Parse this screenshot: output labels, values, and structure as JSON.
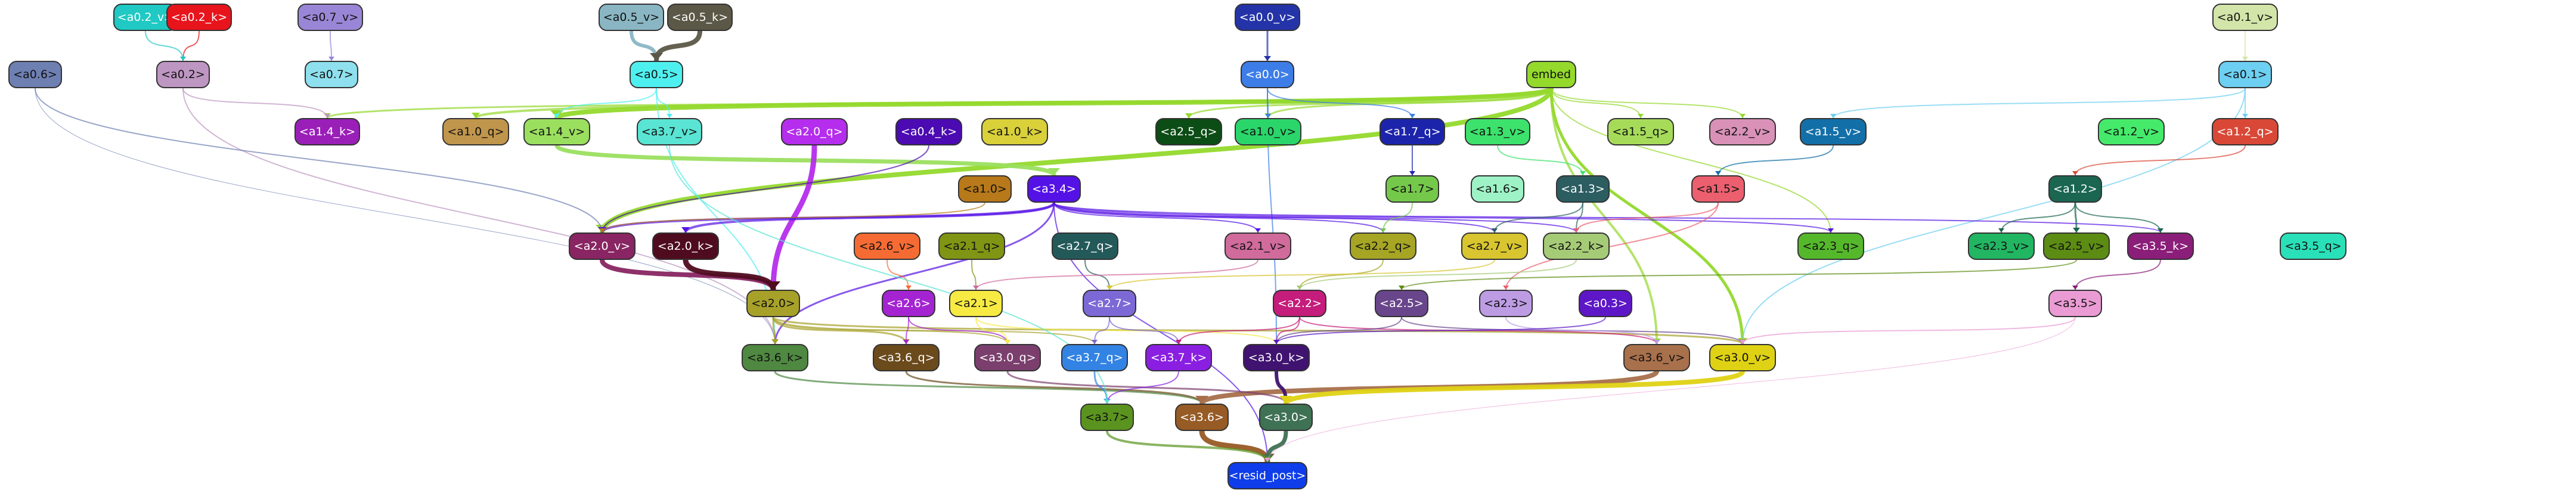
{
  "nodes": [
    {
      "id": "a0.2_v",
      "label": "<a0.2_v>",
      "color": "#20c9c3",
      "text": "dark"
    },
    {
      "id": "a0.2_k",
      "label": "<a0.2_k>",
      "color": "#e8141c",
      "text": "dark"
    },
    {
      "id": "a0.7_v",
      "label": "<a0.7_v>",
      "color": "#9a86d6",
      "text": "light"
    },
    {
      "id": "a0.5_v",
      "label": "<a0.5_v>",
      "color": "#8ab6c4",
      "text": "light"
    },
    {
      "id": "a0.5_k",
      "label": "<a0.5_k>",
      "color": "#5c5847",
      "text": "dark"
    },
    {
      "id": "a0.0_v",
      "label": "<a0.0_v>",
      "color": "#2434a8",
      "text": "dark"
    },
    {
      "id": "a0.1_v",
      "label": "<a0.1_v>",
      "color": "#d3e5a8",
      "text": "light"
    },
    {
      "id": "a0.6",
      "label": "<a0.6>",
      "color": "#6e7fb2",
      "text": "light"
    },
    {
      "id": "a0.2",
      "label": "<a0.2>",
      "color": "#be96c2",
      "text": "light"
    },
    {
      "id": "a0.7",
      "label": "<a0.7>",
      "color": "#8ee0ee",
      "text": "light"
    },
    {
      "id": "a0.5",
      "label": "<a0.5>",
      "color": "#4ef0ef",
      "text": "light"
    },
    {
      "id": "a0.0",
      "label": "<a0.0>",
      "color": "#3d7de8",
      "text": "dark"
    },
    {
      "id": "embed",
      "label": "embed",
      "color": "#94d92c",
      "text": "light"
    },
    {
      "id": "a0.1",
      "label": "<a0.1>",
      "color": "#6dcff1",
      "text": "light"
    },
    {
      "id": "a1.4_k",
      "label": "<a1.4_k>",
      "color": "#9a1fb8",
      "text": "dark"
    },
    {
      "id": "a1.0_q",
      "label": "<a1.0_q>",
      "color": "#c0954c",
      "text": "light"
    },
    {
      "id": "a1.4_v",
      "label": "<a1.4_v>",
      "color": "#9bdf5f",
      "text": "light"
    },
    {
      "id": "a3.7_v",
      "label": "<a3.7_v>",
      "color": "#5ae4d3",
      "text": "light"
    },
    {
      "id": "a2.0_q",
      "label": "<a2.0_q>",
      "color": "#b52ded",
      "text": "dark"
    },
    {
      "id": "a0.4_k",
      "label": "<a0.4_k>",
      "color": "#4b0ab2",
      "text": "dark"
    },
    {
      "id": "a1.0_k",
      "label": "<a1.0_k>",
      "color": "#d9d03a",
      "text": "light"
    },
    {
      "id": "a2.5_q",
      "label": "<a2.5_q>",
      "color": "#0c4d15",
      "text": "dark"
    },
    {
      "id": "a1.0_v",
      "label": "<a1.0_v>",
      "color": "#2ad66a",
      "text": "light"
    },
    {
      "id": "a1.7_q",
      "label": "<a1.7_q>",
      "color": "#1c24ab",
      "text": "dark"
    },
    {
      "id": "a1.3_v",
      "label": "<a1.3_v>",
      "color": "#3de26d",
      "text": "light"
    },
    {
      "id": "a1.5_q",
      "label": "<a1.5_q>",
      "color": "#a6db59",
      "text": "light"
    },
    {
      "id": "a2.2_v",
      "label": "<a2.2_v>",
      "color": "#d991b8",
      "text": "light"
    },
    {
      "id": "a1.5_v",
      "label": "<a1.5_v>",
      "color": "#136fa8",
      "text": "dark"
    },
    {
      "id": "a1.2_v",
      "label": "<a1.2_v>",
      "color": "#45ea6b",
      "text": "light"
    },
    {
      "id": "a1.2_q",
      "label": "<a1.2_q>",
      "color": "#d94837",
      "text": "dark"
    },
    {
      "id": "a1.0",
      "label": "<a1.0>",
      "color": "#b8791a",
      "text": "light"
    },
    {
      "id": "a3.4",
      "label": "<a3.4>",
      "color": "#5512e6",
      "text": "dark"
    },
    {
      "id": "a1.7",
      "label": "<a1.7>",
      "color": "#75c94a",
      "text": "light"
    },
    {
      "id": "a1.6",
      "label": "<a1.6>",
      "color": "#9ef3c6",
      "text": "light"
    },
    {
      "id": "a1.3",
      "label": "<a1.3>",
      "color": "#2b5d61",
      "text": "dark"
    },
    {
      "id": "a1.5",
      "label": "<a1.5>",
      "color": "#eb5f6e",
      "text": "light"
    },
    {
      "id": "a1.2",
      "label": "<a1.2>",
      "color": "#1a6650",
      "text": "dark"
    },
    {
      "id": "a2.0_v",
      "label": "<a2.0_v>",
      "color": "#882562",
      "text": "dark"
    },
    {
      "id": "a2.0_k",
      "label": "<a2.0_k>",
      "color": "#4f0c1f",
      "text": "dark"
    },
    {
      "id": "a2.6_v",
      "label": "<a2.6_v>",
      "color": "#f56b33",
      "text": "light"
    },
    {
      "id": "a2.1_q",
      "label": "<a2.1_q>",
      "color": "#809514",
      "text": "light"
    },
    {
      "id": "a2.7_q",
      "label": "<a2.7_q>",
      "color": "#24595a",
      "text": "dark"
    },
    {
      "id": "a2.1_v",
      "label": "<a2.1_v>",
      "color": "#d06b9c",
      "text": "light"
    },
    {
      "id": "a2.2_q",
      "label": "<a2.2_q>",
      "color": "#a6a524",
      "text": "light"
    },
    {
      "id": "a2.7_v",
      "label": "<a2.7_v>",
      "color": "#d8c52f",
      "text": "light"
    },
    {
      "id": "a2.2_k",
      "label": "<a2.2_k>",
      "color": "#a6cb77",
      "text": "light"
    },
    {
      "id": "a2.3_q",
      "label": "<a2.3_q>",
      "color": "#55b82b",
      "text": "light"
    },
    {
      "id": "a2.3_v",
      "label": "<a2.3_v>",
      "color": "#22b562",
      "text": "light"
    },
    {
      "id": "a2.5_v",
      "label": "<a2.5_v>",
      "color": "#5c8c13",
      "text": "light"
    },
    {
      "id": "a3.5_k",
      "label": "<a3.5_k>",
      "color": "#8a1e79",
      "text": "dark"
    },
    {
      "id": "a3.5_q",
      "label": "<a3.5_q>",
      "color": "#2ae0b8",
      "text": "light"
    },
    {
      "id": "a2.0",
      "label": "<a2.0>",
      "color": "#a7a12a",
      "text": "light"
    },
    {
      "id": "a2.6",
      "label": "<a2.6>",
      "color": "#a424d2",
      "text": "dark"
    },
    {
      "id": "a2.1",
      "label": "<a2.1>",
      "color": "#f7ea43",
      "text": "light"
    },
    {
      "id": "a2.7",
      "label": "<a2.7>",
      "color": "#7d69d6",
      "text": "dark"
    },
    {
      "id": "a2.2",
      "label": "<a2.2>",
      "color": "#c41d7b",
      "text": "dark"
    },
    {
      "id": "a2.5",
      "label": "<a2.5>",
      "color": "#69468b",
      "text": "dark"
    },
    {
      "id": "a2.3",
      "label": "<a2.3>",
      "color": "#bd9ce4",
      "text": "light"
    },
    {
      "id": "a0.3",
      "label": "<a0.3>",
      "color": "#5d17c7",
      "text": "dark"
    },
    {
      "id": "a3.5",
      "label": "<a3.5>",
      "color": "#ea9bd4",
      "text": "light"
    },
    {
      "id": "a3.6_k",
      "label": "<a3.6_k>",
      "color": "#4f8841",
      "text": "light"
    },
    {
      "id": "a3.6_q",
      "label": "<a3.6_q>",
      "color": "#6b4a1c",
      "text": "dark"
    },
    {
      "id": "a3.0_q",
      "label": "<a3.0_q>",
      "color": "#7b3f6e",
      "text": "dark"
    },
    {
      "id": "a3.7_q",
      "label": "<a3.7_q>",
      "color": "#3283e4",
      "text": "dark"
    },
    {
      "id": "a3.7_k",
      "label": "<a3.7_k>",
      "color": "#8a1fe2",
      "text": "dark"
    },
    {
      "id": "a3.0_k",
      "label": "<a3.0_k>",
      "color": "#3f136f",
      "text": "dark"
    },
    {
      "id": "a3.6_v",
      "label": "<a3.6_v>",
      "color": "#a8704b",
      "text": "light"
    },
    {
      "id": "a3.0_v",
      "label": "<a3.0_v>",
      "color": "#dfd214",
      "text": "light"
    },
    {
      "id": "a3.7",
      "label": "<a3.7>",
      "color": "#5a941f",
      "text": "light"
    },
    {
      "id": "a3.6",
      "label": "<a3.6>",
      "color": "#975b25",
      "text": "dark"
    },
    {
      "id": "a3.0",
      "label": "<a3.0>",
      "color": "#3f7154",
      "text": "dark"
    },
    {
      "id": "resid_post",
      "label": "<resid_post>",
      "color": "#0e3de9",
      "text": "dark"
    }
  ],
  "edges": [
    {
      "s": "a0.2_k",
      "t": "a0.2",
      "color": "#e8141c",
      "w": 2
    },
    {
      "s": "a0.2_v",
      "t": "a0.2",
      "color": "#20c9c3",
      "w": 2
    },
    {
      "s": "a0.7_v",
      "t": "a0.7",
      "color": "#9a86d6",
      "w": 2
    },
    {
      "s": "a0.5_v",
      "t": "a0.5",
      "color": "#8ab6c4",
      "w": 6
    },
    {
      "s": "a0.5_k",
      "t": "a0.5",
      "color": "#5c5847",
      "w": 8
    },
    {
      "s": "a0.0_v",
      "t": "a0.0",
      "color": "#2434a8",
      "w": 3
    },
    {
      "s": "a0.1_v",
      "t": "a0.1",
      "color": "#d3e5a8",
      "w": 2
    },
    {
      "s": "embed",
      "t": "a1.4_v",
      "color": "#94d92c",
      "w": 8
    },
    {
      "s": "embed",
      "t": "a2.0_v",
      "color": "#94d92c",
      "w": 8
    },
    {
      "s": "embed",
      "t": "a3.0_v",
      "color": "#94d92c",
      "w": 5
    },
    {
      "s": "embed",
      "t": "a3.6_v",
      "color": "#94d92c",
      "w": 4
    },
    {
      "s": "embed",
      "t": "a1.0_q",
      "color": "#94d92c",
      "w": 4
    },
    {
      "s": "embed",
      "t": "a1.4_k",
      "color": "#94d92c",
      "w": 3
    },
    {
      "s": "embed",
      "t": "a1.0_v",
      "color": "#94d92c",
      "w": 3
    },
    {
      "s": "embed",
      "t": "a2.5_q",
      "color": "#94d92c",
      "w": 3
    },
    {
      "s": "embed",
      "t": "a1.5_q",
      "color": "#94d92c",
      "w": 2
    },
    {
      "s": "embed",
      "t": "a2.2_v",
      "color": "#94d92c",
      "w": 2
    },
    {
      "s": "embed",
      "t": "a2.3_q",
      "color": "#94d92c",
      "w": 2
    },
    {
      "s": "a0.0",
      "t": "a1.7_q",
      "color": "#3d7de8",
      "w": 2
    },
    {
      "s": "a0.0",
      "t": "a1.0_v",
      "color": "#3d7de8",
      "w": 2
    },
    {
      "s": "a0.0",
      "t": "a3.0_k",
      "color": "#3d7de8",
      "w": 2
    },
    {
      "s": "a0.5",
      "t": "a3.7_v",
      "color": "#4ef0ef",
      "w": 2
    },
    {
      "s": "a0.5",
      "t": "a1.4_v",
      "color": "#4ef0ef",
      "w": 2
    },
    {
      "s": "a0.5",
      "t": "a3.6_k",
      "color": "#4ef0ef",
      "w": 2
    },
    {
      "s": "a0.1",
      "t": "a1.2_q",
      "color": "#6dcff1",
      "w": 2
    },
    {
      "s": "a0.1",
      "t": "a1.5_v",
      "color": "#6dcff1",
      "w": 2
    },
    {
      "s": "a0.1",
      "t": "a3.0_v",
      "color": "#6dcff1",
      "w": 2
    },
    {
      "s": "a0.2",
      "t": "a1.4_k",
      "color": "#be96c2",
      "w": 2
    },
    {
      "s": "a0.2",
      "t": "a3.6_k",
      "color": "#be96c2",
      "w": 2
    },
    {
      "s": "a0.6",
      "t": "a2.0_v",
      "color": "#6e7fb2",
      "w": 2
    },
    {
      "s": "a0.6",
      "t": "a3.6_k",
      "color": "#6e7fb2",
      "w": 1
    },
    {
      "s": "a1.4_v",
      "t": "a3.4",
      "color": "#9bdf5f",
      "w": 7
    },
    {
      "s": "a2.0_q",
      "t": "a2.0",
      "color": "#b52ded",
      "w": 9
    },
    {
      "s": "a0.4_k",
      "t": "a2.0_v",
      "color": "#4b0ab2",
      "w": 2
    },
    {
      "s": "a1.2_q",
      "t": "a1.2",
      "color": "#d94837",
      "w": 2
    },
    {
      "s": "a1.5_v",
      "t": "a1.5",
      "color": "#136fa8",
      "w": 2
    },
    {
      "s": "a1.3_v",
      "t": "a1.3",
      "color": "#3de26d",
      "w": 2
    },
    {
      "s": "a1.7_q",
      "t": "a1.7",
      "color": "#1c24ab",
      "w": 2
    },
    {
      "s": "a3.4",
      "t": "a2.0_v",
      "color": "#5512e6",
      "w": 4
    },
    {
      "s": "a3.4",
      "t": "a2.0_k",
      "color": "#5512e6",
      "w": 4
    },
    {
      "s": "a3.4",
      "t": "a2.1_v",
      "color": "#5512e6",
      "w": 2
    },
    {
      "s": "a3.4",
      "t": "a2.2_q",
      "color": "#5512e6",
      "w": 2
    },
    {
      "s": "a3.4",
      "t": "a2.7_v",
      "color": "#5512e6",
      "w": 2
    },
    {
      "s": "a3.4",
      "t": "a2.2_k",
      "color": "#5512e6",
      "w": 2
    },
    {
      "s": "a3.4",
      "t": "a2.3_q",
      "color": "#5512e6",
      "w": 2
    },
    {
      "s": "a3.4",
      "t": "a3.6_k",
      "color": "#5512e6",
      "w": 3
    },
    {
      "s": "a3.4",
      "t": "a3.5_k",
      "color": "#5512e6",
      "w": 2
    },
    {
      "s": "a3.4",
      "t": "resid_post",
      "color": "#5512e6",
      "w": 2
    },
    {
      "s": "a1.0",
      "t": "a2.0_v",
      "color": "#b8791a",
      "w": 2
    },
    {
      "s": "a1.2",
      "t": "a2.5_v",
      "color": "#1a6650",
      "w": 3
    },
    {
      "s": "a1.2",
      "t": "a2.3_v",
      "color": "#1a6650",
      "w": 2
    },
    {
      "s": "a1.2",
      "t": "a3.5_k",
      "color": "#1a6650",
      "w": 2
    },
    {
      "s": "a1.3",
      "t": "a2.2_k",
      "color": "#2b5d61",
      "w": 2
    },
    {
      "s": "a1.3",
      "t": "a2.7_v",
      "color": "#2b5d61",
      "w": 2
    },
    {
      "s": "a1.5",
      "t": "a2.2_k",
      "color": "#eb5f6e",
      "w": 2
    },
    {
      "s": "a1.5",
      "t": "a2.3",
      "color": "#eb5f6e",
      "w": 2
    },
    {
      "s": "a1.7",
      "t": "a2.2_q",
      "color": "#75c94a",
      "w": 2
    },
    {
      "s": "a2.0_v",
      "t": "a2.0",
      "color": "#882562",
      "w": 8
    },
    {
      "s": "a2.0_k",
      "t": "a2.0",
      "color": "#4f0c1f",
      "w": 9
    },
    {
      "s": "a2.6_v",
      "t": "a2.6",
      "color": "#f56b33",
      "w": 2
    },
    {
      "s": "a2.1_q",
      "t": "a2.1",
      "color": "#809514",
      "w": 2
    },
    {
      "s": "a2.7_q",
      "t": "a2.7",
      "color": "#24595a",
      "w": 2
    },
    {
      "s": "a2.1_v",
      "t": "a2.1",
      "color": "#d06b9c",
      "w": 2
    },
    {
      "s": "a2.2_q",
      "t": "a2.2",
      "color": "#a6a524",
      "w": 2
    },
    {
      "s": "a2.7_v",
      "t": "a2.7",
      "color": "#d8c52f",
      "w": 2
    },
    {
      "s": "a2.2_k",
      "t": "a2.2",
      "color": "#a6cb77",
      "w": 2
    },
    {
      "s": "a2.5_v",
      "t": "a2.5",
      "color": "#5c8c13",
      "w": 2
    },
    {
      "s": "a3.5_k",
      "t": "a3.5",
      "color": "#8a1e79",
      "w": 2
    },
    {
      "s": "a2.0",
      "t": "a3.6_k",
      "color": "#a7a12a",
      "w": 3
    },
    {
      "s": "a2.0",
      "t": "a3.6_q",
      "color": "#a7a12a",
      "w": 3
    },
    {
      "s": "a2.0",
      "t": "a3.0_q",
      "color": "#a7a12a",
      "w": 2
    },
    {
      "s": "a2.0",
      "t": "a3.0_v",
      "color": "#a7a12a",
      "w": 3
    },
    {
      "s": "a2.0",
      "t": "a3.7_q",
      "color": "#a7a12a",
      "w": 2
    },
    {
      "s": "a2.6",
      "t": "a3.6_q",
      "color": "#a424d2",
      "w": 2
    },
    {
      "s": "a2.6",
      "t": "a3.0_q",
      "color": "#a424d2",
      "w": 2
    },
    {
      "s": "a2.1",
      "t": "a3.0_q",
      "color": "#f7ea43",
      "w": 2
    },
    {
      "s": "a2.1",
      "t": "a3.0_k",
      "color": "#f7ea43",
      "w": 2
    },
    {
      "s": "a2.7",
      "t": "a3.7_q",
      "color": "#7d69d6",
      "w": 2
    },
    {
      "s": "a2.7",
      "t": "a3.7_k",
      "color": "#7d69d6",
      "w": 2
    },
    {
      "s": "a2.2",
      "t": "a3.0_k",
      "color": "#c41d7b",
      "w": 2
    },
    {
      "s": "a2.2",
      "t": "a3.7_k",
      "color": "#c41d7b",
      "w": 2
    },
    {
      "s": "a2.2",
      "t": "a3.6_v",
      "color": "#c41d7b",
      "w": 2
    },
    {
      "s": "a2.5",
      "t": "a3.0_k",
      "color": "#69468b",
      "w": 2
    },
    {
      "s": "a2.5",
      "t": "a3.0_v",
      "color": "#69468b",
      "w": 2
    },
    {
      "s": "a2.3",
      "t": "a3.6_v",
      "color": "#bd9ce4",
      "w": 2
    },
    {
      "s": "a0.3",
      "t": "a3.0_k",
      "color": "#5d17c7",
      "w": 2
    },
    {
      "s": "a3.5",
      "t": "a3.0_v",
      "color": "#ea9bd4",
      "w": 2
    },
    {
      "s": "a3.6_k",
      "t": "a3.6",
      "color": "#4f8841",
      "w": 3
    },
    {
      "s": "a3.6_q",
      "t": "a3.6",
      "color": "#6b4a1c",
      "w": 3
    },
    {
      "s": "a3.6_v",
      "t": "a3.6",
      "color": "#a8704b",
      "w": 8
    },
    {
      "s": "a3.0_q",
      "t": "a3.0",
      "color": "#7b3f6e",
      "w": 3
    },
    {
      "s": "a3.0_k",
      "t": "a3.0",
      "color": "#3f136f",
      "w": 6
    },
    {
      "s": "a3.0_v",
      "t": "a3.0",
      "color": "#dfd214",
      "w": 8
    },
    {
      "s": "a3.7_q",
      "t": "a3.7",
      "color": "#3283e4",
      "w": 3
    },
    {
      "s": "a3.7_k",
      "t": "a3.7",
      "color": "#8a1fe2",
      "w": 2
    },
    {
      "s": "a3.7_v",
      "t": "a3.7",
      "color": "#5ae4d3",
      "w": 2
    },
    {
      "s": "a3.6",
      "t": "resid_post",
      "color": "#975b25",
      "w": 9
    },
    {
      "s": "a3.0",
      "t": "resid_post",
      "color": "#3f7154",
      "w": 7
    },
    {
      "s": "a3.7",
      "t": "resid_post",
      "color": "#5a941f",
      "w": 4
    },
    {
      "s": "a3.5",
      "t": "resid_post",
      "color": "#ea9bd4",
      "w": 1
    }
  ]
}
